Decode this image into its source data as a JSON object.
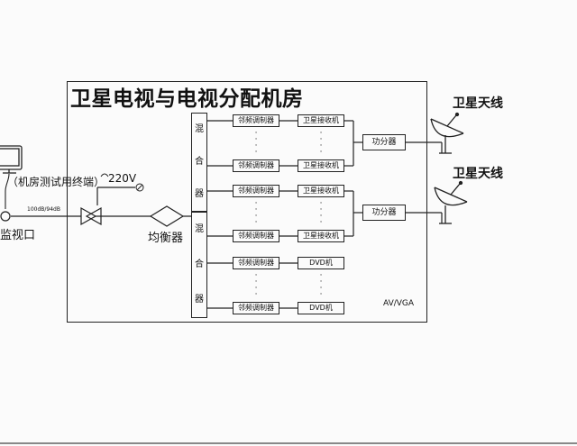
{
  "title": "卫星电视与电视分配机房",
  "mixer_chars": [
    "混",
    "合",
    "器"
  ],
  "modulator_label": "邻频调制器",
  "receiver_label": "卫星接收机",
  "dvd_label": "DVD机",
  "splitter_label": "功分器",
  "antenna_label": "卫星天线",
  "equalizer_label": "均衡器",
  "monitor_port_label": "监视口",
  "test_terminal_label": "（机房测试用终端）",
  "power_label": "220V",
  "signal_level_label": "100dB/94dB",
  "av_vga_label": "AV/VGA"
}
